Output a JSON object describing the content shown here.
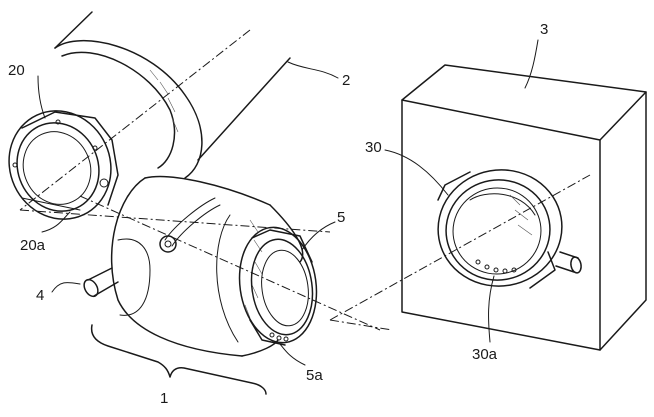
{
  "labels": {
    "assembly": "1",
    "camera_body": "2",
    "adapter_device": "3",
    "lens_button": "4",
    "lens_mount": "5",
    "lens_mount_pins": "5a",
    "body_mount": "20",
    "body_mount_pins": "20a",
    "adapter_mount": "30",
    "adapter_mount_pins": "30a"
  }
}
